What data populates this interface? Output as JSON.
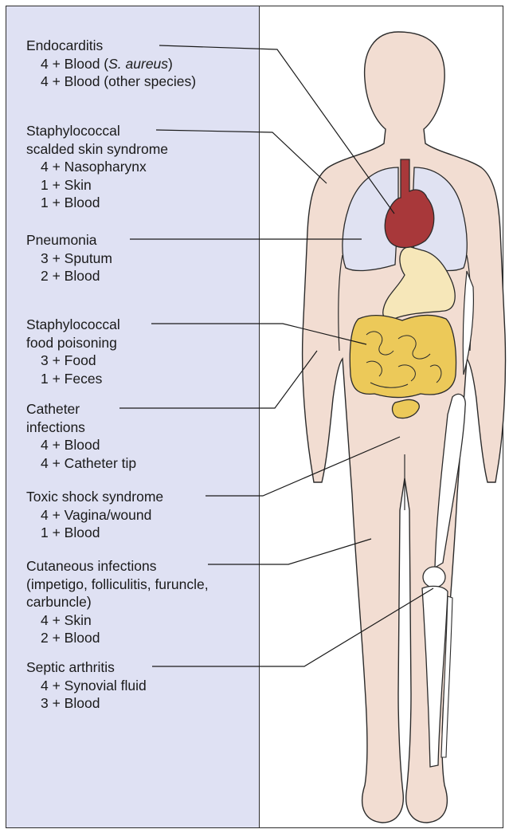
{
  "infections": [
    {
      "name_lines": [
        "Endocarditis"
      ],
      "sites": [
        {
          "parts": [
            "4 + Blood (",
            "S. aureus",
            ")"
          ]
        },
        {
          "parts": [
            "4 + Blood (other species)",
            "",
            ""
          ]
        }
      ]
    },
    {
      "name_lines": [
        "Staphylococcal",
        "scalded skin syndrome"
      ],
      "sites": [
        {
          "parts": [
            "4 + Nasopharynx",
            "",
            ""
          ]
        },
        {
          "parts": [
            "1 + Skin",
            "",
            ""
          ]
        },
        {
          "parts": [
            "1 + Blood",
            "",
            ""
          ]
        }
      ]
    },
    {
      "name_lines": [
        "Pneumonia"
      ],
      "sites": [
        {
          "parts": [
            "3 + Sputum",
            "",
            ""
          ]
        },
        {
          "parts": [
            "2 + Blood",
            "",
            ""
          ]
        }
      ]
    },
    {
      "name_lines": [
        "Staphylococcal",
        "food poisoning"
      ],
      "sites": [
        {
          "parts": [
            "3 + Food",
            "",
            ""
          ]
        },
        {
          "parts": [
            "1 + Feces",
            "",
            ""
          ]
        }
      ]
    },
    {
      "name_lines": [
        "Catheter",
        "infections"
      ],
      "sites": [
        {
          "parts": [
            "4 + Blood",
            "",
            ""
          ]
        },
        {
          "parts": [
            "4 + Catheter tip",
            "",
            ""
          ]
        }
      ]
    },
    {
      "name_lines": [
        "Toxic shock syndrome"
      ],
      "sites": [
        {
          "parts": [
            "4 + Vagina/wound",
            "",
            ""
          ]
        },
        {
          "parts": [
            "1 + Blood",
            "",
            ""
          ]
        }
      ]
    },
    {
      "name_lines": [
        "Cutaneous infections",
        "(impetigo, folliculitis, furuncle,",
        "carbuncle)"
      ],
      "sites": [
        {
          "parts": [
            "4 + Skin",
            "",
            ""
          ]
        },
        {
          "parts": [
            "2 + Blood",
            "",
            ""
          ]
        }
      ]
    },
    {
      "name_lines": [
        "Septic arthritis"
      ],
      "sites": [
        {
          "parts": [
            "4 + Synovial fluid",
            "",
            ""
          ]
        },
        {
          "parts": [
            "3 + Blood",
            "",
            ""
          ]
        }
      ]
    }
  ],
  "colors": {
    "panel_fill": "#dfe1f3",
    "skin": "#f2ddd2",
    "lungs": "#e0e2f2",
    "heart": "#a8383a",
    "stomach": "#f6e7b9",
    "intestine": "#ecc959",
    "bone": "#ffffff",
    "outline": "#2b2b2b"
  }
}
